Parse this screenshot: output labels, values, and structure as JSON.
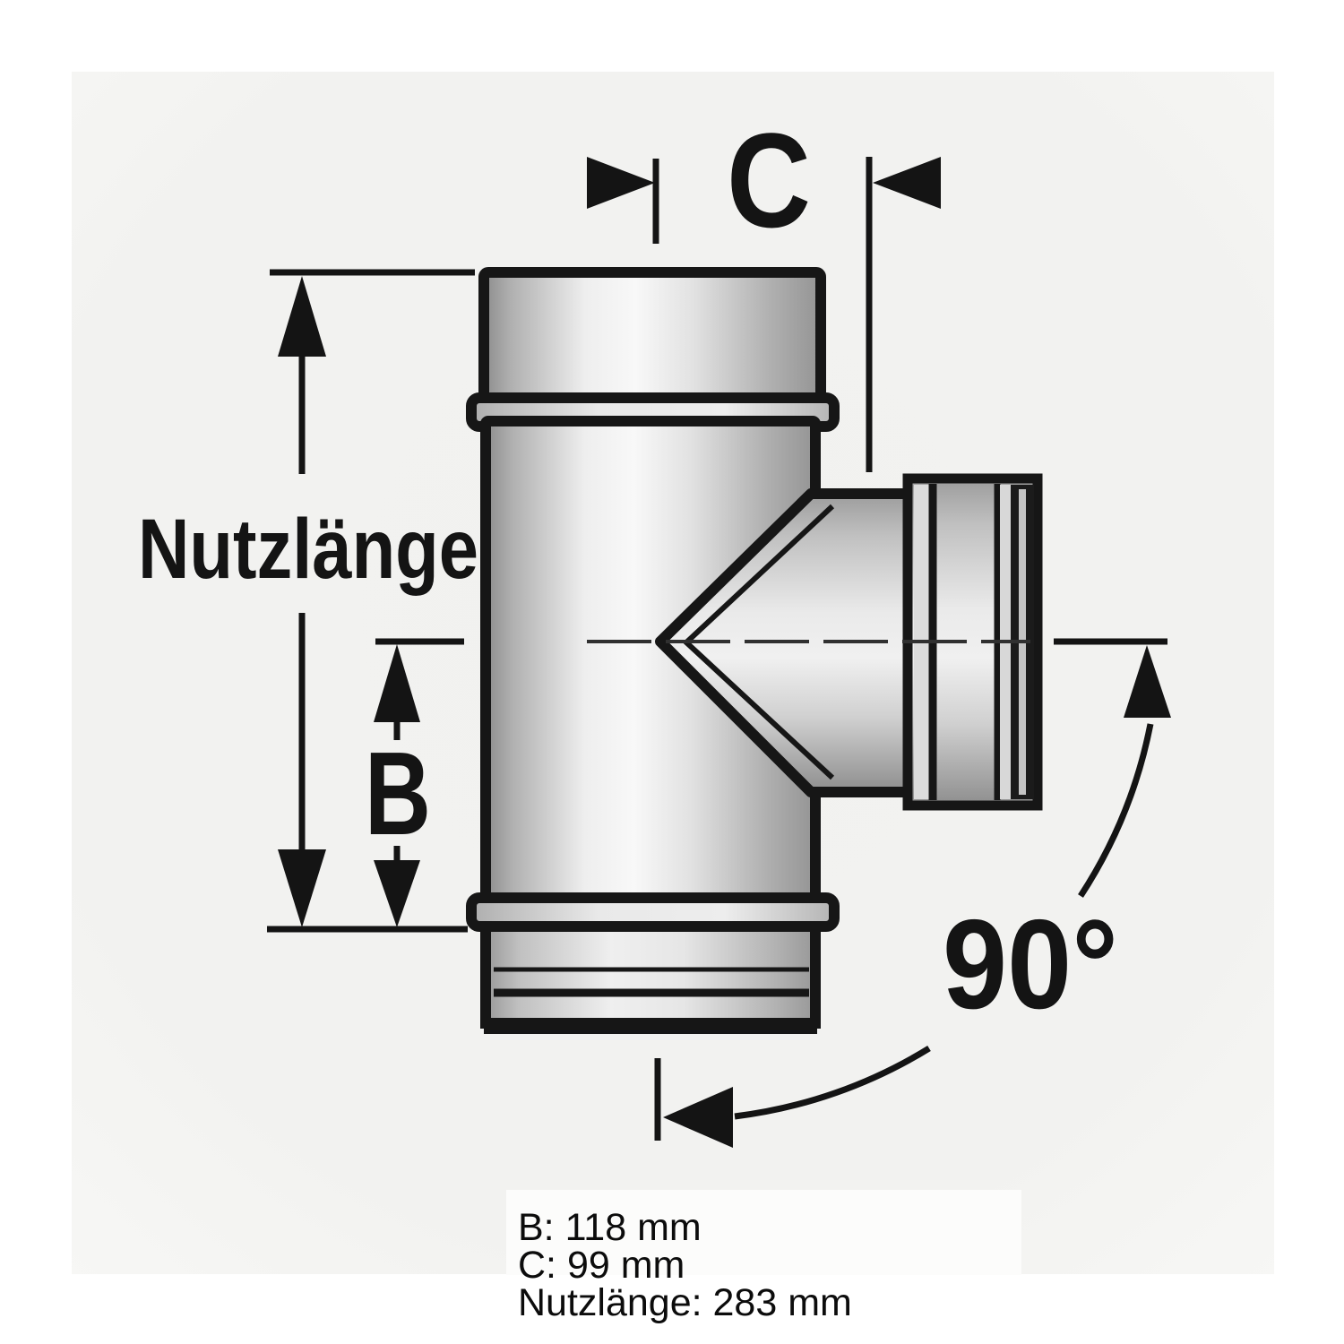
{
  "image": {
    "background_outer": "#ffffff",
    "background_photo": "#f2f2f0",
    "line_color": "#161616",
    "metal_light": "#f6f6f6",
    "metal_dark": "#8e8e8e"
  },
  "diagram": {
    "labels": {
      "c": "C",
      "nutzlaenge": "Nutzlänge",
      "b": "B",
      "angle": "90°"
    }
  },
  "specs": {
    "items": [
      {
        "label": "B",
        "value": "118 mm",
        "text": "B: 118 mm"
      },
      {
        "label": "C",
        "value": "99 mm",
        "text": "C: 99 mm"
      },
      {
        "label": "Nutzlänge",
        "value": "283 mm",
        "text": "Nutzlänge: 283 mm"
      }
    ]
  }
}
